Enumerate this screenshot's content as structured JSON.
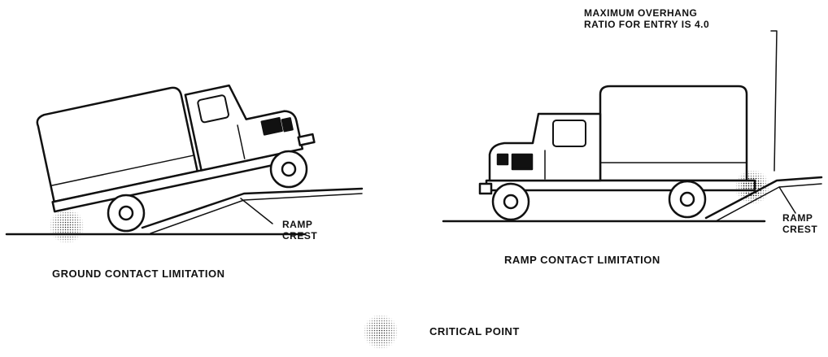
{
  "left_panel": {
    "caption": "GROUND CONTACT LIMITATION",
    "ramp_label_line1": "RAMP",
    "ramp_label_line2": "CREST"
  },
  "right_panel": {
    "caption": "RAMP CONTACT LIMITATION",
    "ramp_label_line1": "RAMP",
    "ramp_label_line2": "CREST",
    "overhang_note_line1": "MAXIMUM OVERHANG",
    "overhang_note_line2": "RATIO FOR ENTRY IS 4.0"
  },
  "legend": {
    "label": "CRITICAL POINT"
  }
}
